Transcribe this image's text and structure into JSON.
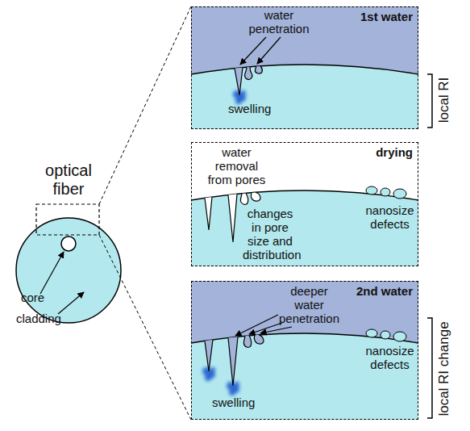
{
  "diagram": {
    "nodes": [
      {
        "text": [
          "optical fiber"
        ]
      },
      {
        "text": [
          "1st water",
          "water penetration",
          "swelling"
        ]
      },
      {
        "text": [
          "drying",
          "water removal from pores",
          "changes in pore size and distribution",
          "nanosize defects"
        ]
      },
      {
        "text": [
          "2nd water",
          "deeper water penetration",
          "swelling",
          "nanosize defects"
        ]
      }
    ],
    "labels": [
      "core",
      "cladding",
      "local RI",
      "local RI change"
    ]
  }
}
